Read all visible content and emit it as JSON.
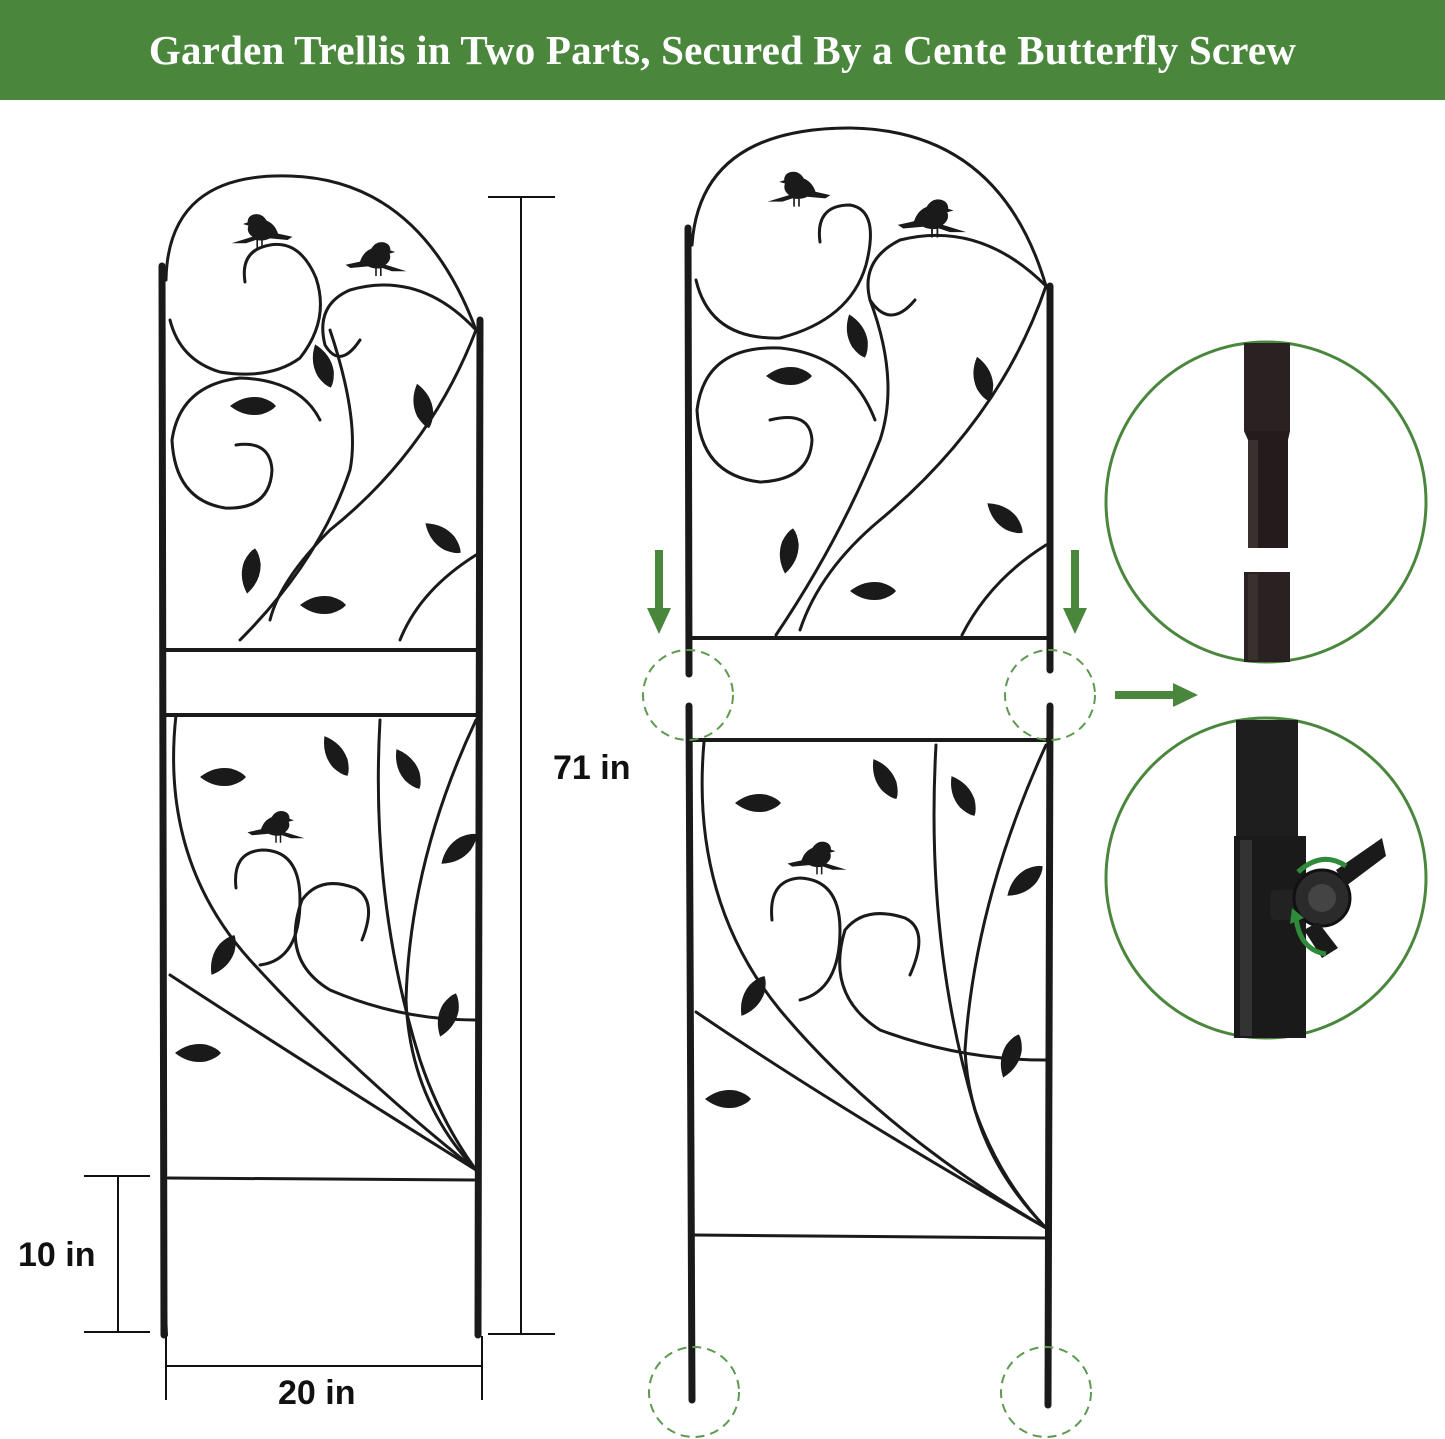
{
  "banner": {
    "title": "Garden Trellis in Two Parts, Secured By a Cente Butterfly Screw",
    "color": "#4a873d"
  },
  "dimensions": {
    "height_label": "71 in",
    "stake_label": "10 in",
    "width_label": "20 in"
  },
  "colors": {
    "metal": "#1a1a1a",
    "accent_green": "#4a873d",
    "dashed_circle": "#5c9a4e"
  },
  "icons": {
    "arrow": "arrow-down-icon",
    "arrow_right": "arrow-right-icon",
    "bird": "bird-icon",
    "leaf": "leaf-icon",
    "screw": "butterfly-screw-icon"
  }
}
